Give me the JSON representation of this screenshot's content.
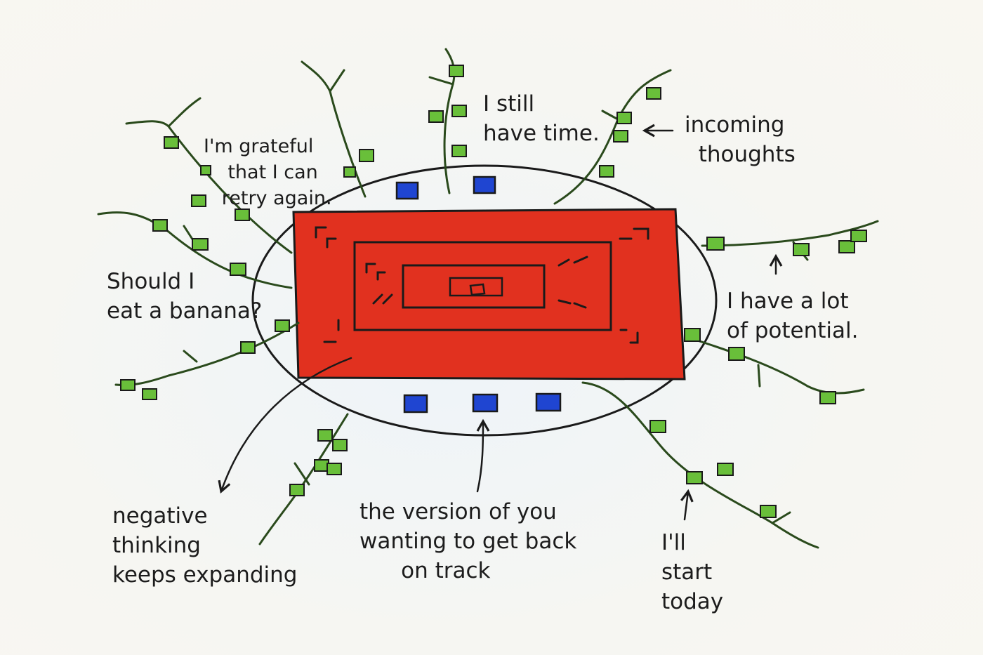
{
  "labels": {
    "grateful": "I'm grateful\n    that I can\n   retry again.",
    "still_time": "I still\nhave time.",
    "incoming": "incoming\n  thoughts",
    "banana": "Should I\neat a banana?",
    "potential": "I have a lot\nof potential.",
    "negative": "negative\nthinking\nkeeps expanding",
    "version": "the version of you\nwanting to get back\n      on track",
    "start_today": "I'll\nstart\ntoday"
  },
  "colors": {
    "red": "#e1311f",
    "green": "#69bf3a",
    "blue": "#1f45d1",
    "ink": "#1a1a1a",
    "branch": "#2a4a1c"
  }
}
